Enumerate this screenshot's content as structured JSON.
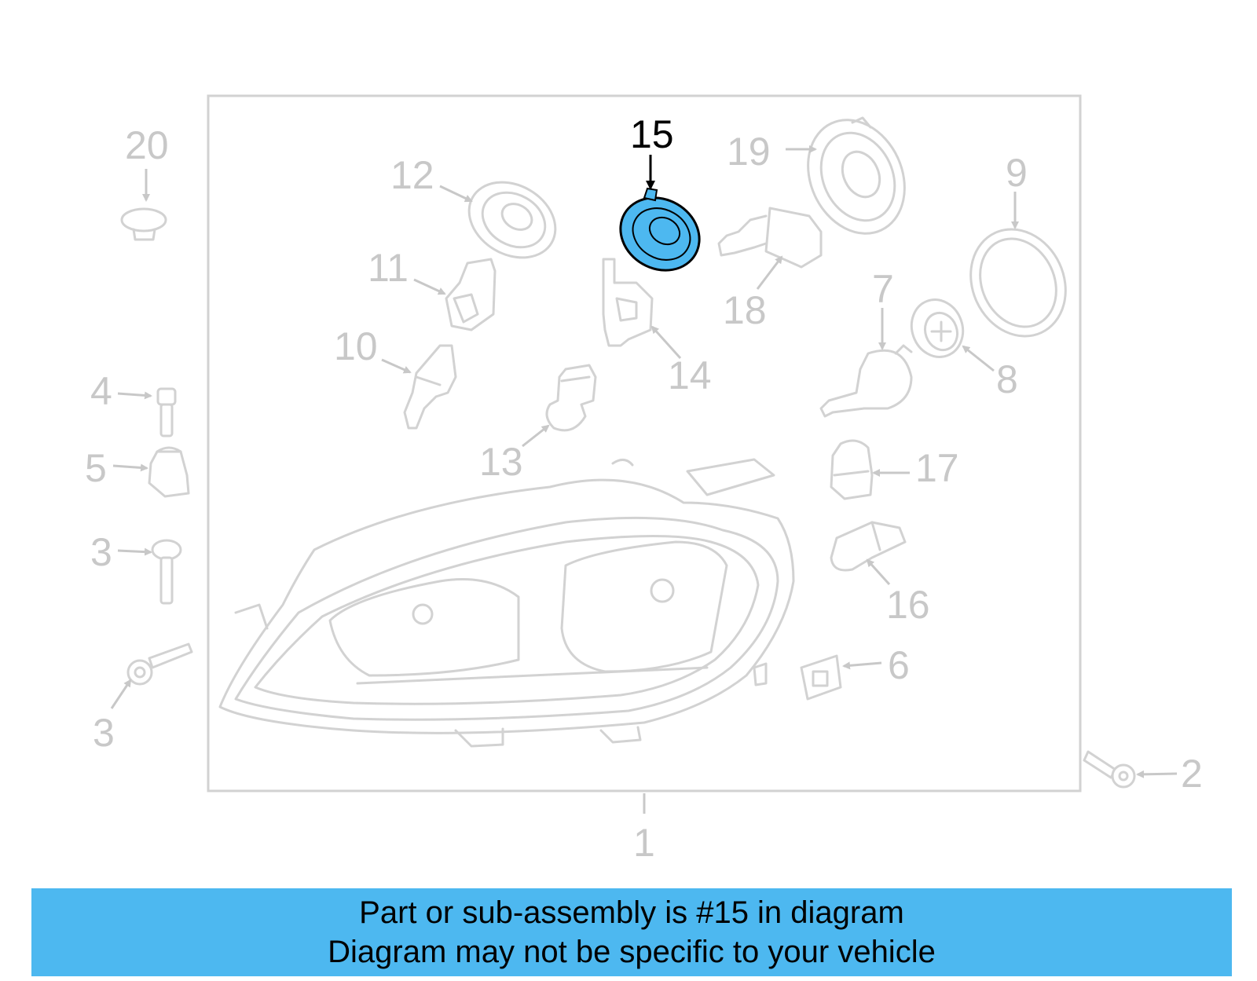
{
  "diagram": {
    "highlighted_part": "15",
    "part_numbers": [
      "1",
      "2",
      "3",
      "3",
      "4",
      "5",
      "6",
      "7",
      "8",
      "9",
      "10",
      "11",
      "12",
      "13",
      "14",
      "15",
      "16",
      "17",
      "18",
      "19",
      "20"
    ]
  },
  "labels": {
    "p1": "1",
    "p2": "2",
    "p3a": "3",
    "p3b": "3",
    "p4": "4",
    "p5": "5",
    "p6": "6",
    "p7": "7",
    "p8": "8",
    "p9": "9",
    "p10": "10",
    "p11": "11",
    "p12": "12",
    "p13": "13",
    "p14": "14",
    "p15": "15",
    "p16": "16",
    "p17": "17",
    "p18": "18",
    "p19": "19",
    "p20": "20"
  },
  "banner": {
    "line1": "Part or sub-assembly is #15 in diagram",
    "line2": "Diagram may not be specific to your vehicle"
  },
  "colors": {
    "highlight": "#4db8f0",
    "diagram_line": "#d2d2d2",
    "label_gray": "#c8c8c8"
  }
}
